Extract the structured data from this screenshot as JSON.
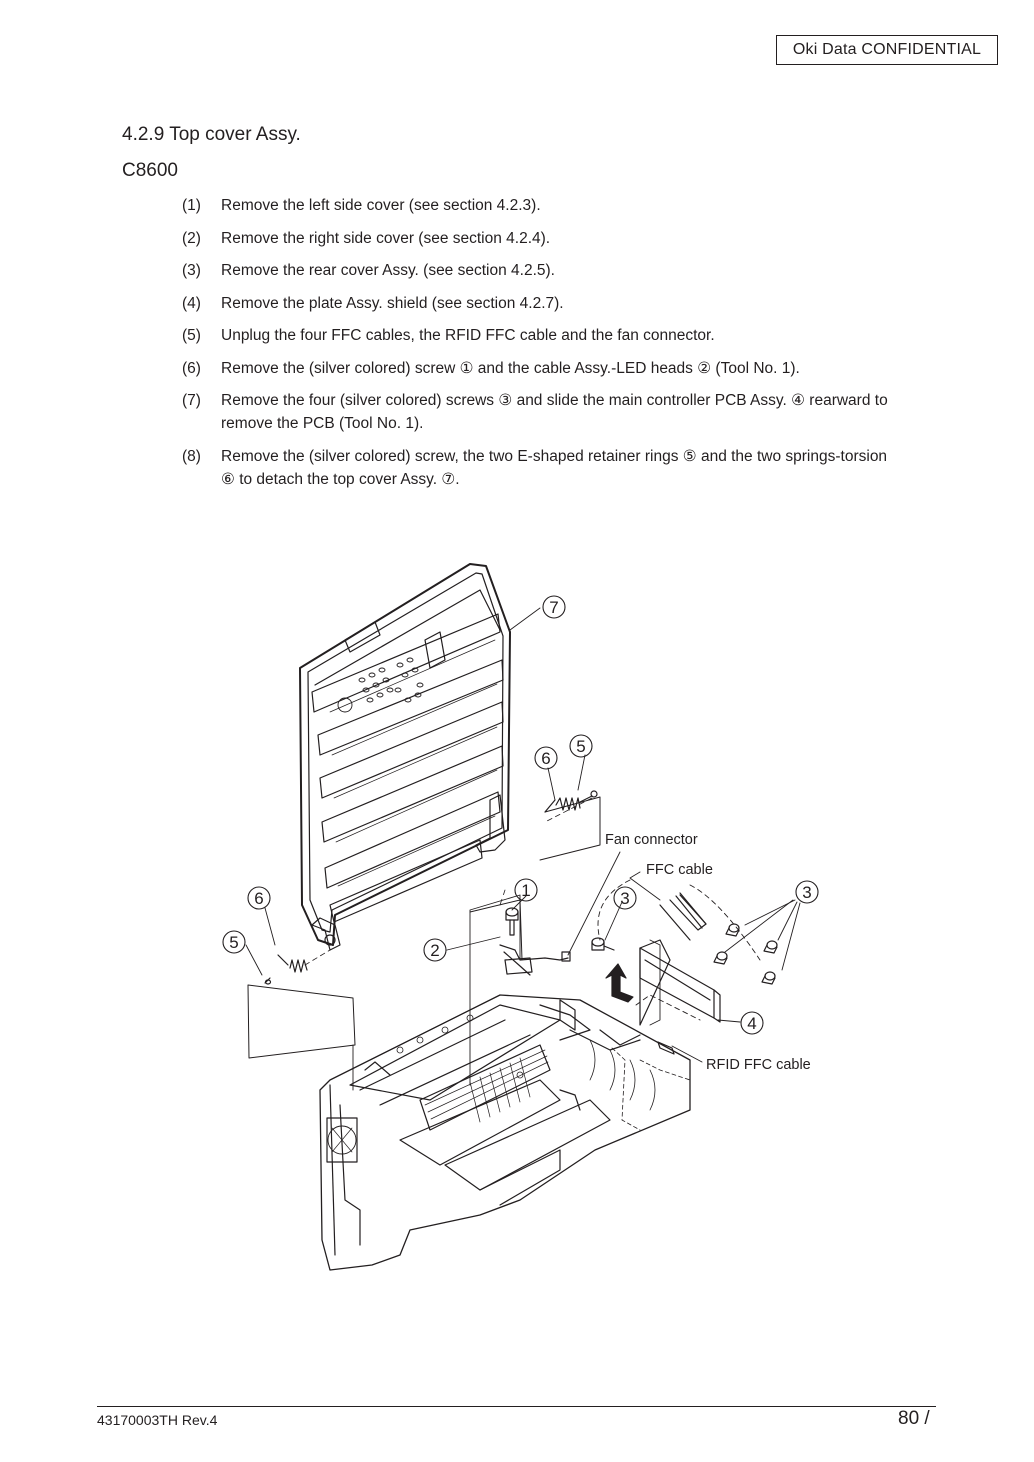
{
  "header": {
    "confidential": "Oki Data CONFIDENTIAL"
  },
  "section": {
    "title": "4.2.9 Top cover Assy.",
    "model": "C8600"
  },
  "steps": [
    {
      "num": "(1)",
      "text": "Remove the left side cover (see section 4.2.3)."
    },
    {
      "num": "(2)",
      "text": "Remove the right side cover (see section 4.2.4)."
    },
    {
      "num": "(3)",
      "text": "Remove the rear cover Assy. (see section 4.2.5)."
    },
    {
      "num": "(4)",
      "text": "Remove the plate Assy. shield (see section 4.2.7)."
    },
    {
      "num": "(5)",
      "text": "Unplug the four FFC cables, the RFID FFC cable and the fan connector."
    },
    {
      "num": "(6)",
      "text": "Remove the (silver colored) screw ① and the cable Assy.-LED heads ② (Tool No. 1)."
    },
    {
      "num": "(7)",
      "text": "Remove the four (silver colored) screws ③ and slide the main controller PCB Assy. ④ rearward to remove the PCB (Tool No. 1)."
    },
    {
      "num": "(8)",
      "text": "Remove the (silver colored) screw, the two E-shaped retainer rings ⑤ and the two springs-torsion ⑥ to detach the top cover Assy. ⑦."
    }
  ],
  "figure": {
    "callouts": {
      "c1": "1",
      "c2": "2",
      "c3a": "3",
      "c3b": "3",
      "c4": "4",
      "c5a": "5",
      "c5b": "5",
      "c6a": "6",
      "c6b": "6",
      "c7": "7"
    },
    "labels": {
      "fan_connector": "Fan connector",
      "ffc_cable": "FFC cable",
      "rfid_ffc_cable": "RFID FFC cable"
    }
  },
  "footer": {
    "doc_id": "43170003TH  Rev.4",
    "page": "80 /"
  }
}
